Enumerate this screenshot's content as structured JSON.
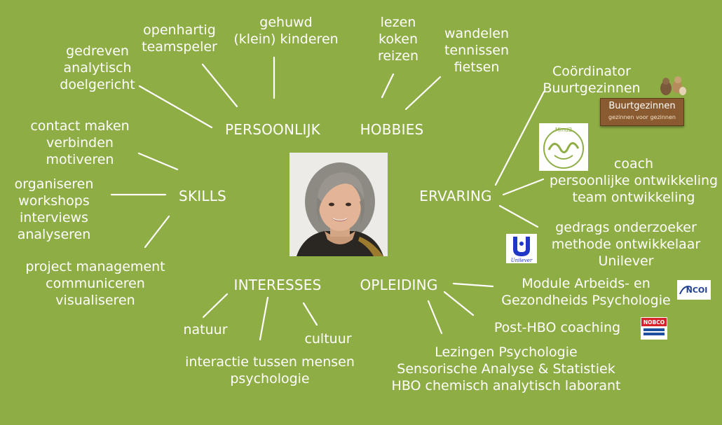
{
  "hubs": {
    "persoonlijk": "PERSOONLIJK",
    "hobbies": "HOBBIES",
    "skills": "SKILLS",
    "ervaring": "ERVARING",
    "interesses": "INTERESSES",
    "opleiding": "OPLEIDING"
  },
  "persoonlijk_items": [
    [
      "gedreven",
      "analytisch",
      "doelgericht"
    ],
    [
      "openhartig",
      "teamspeler"
    ],
    [
      "gehuwd",
      "(klein) kinderen"
    ]
  ],
  "hobbies_items": [
    [
      "lezen",
      "koken",
      "reizen"
    ],
    [
      "wandelen",
      "tennissen",
      "fietsen"
    ]
  ],
  "skills_items": [
    [
      "contact maken",
      "verbinden",
      "motiveren"
    ],
    [
      "organiseren",
      "workshops",
      "interviews",
      "analyseren"
    ],
    [
      "project management",
      "communiceren",
      "visualiseren"
    ]
  ],
  "ervaring_items": [
    [
      "Coördinator",
      "Buurtgezinnen"
    ],
    [
      "coach",
      "persoonlijke ontwikkeling",
      "team ontwikkeling"
    ],
    [
      "gedrags onderzoeker",
      "methode ontwikkelaar",
      "Unilever"
    ]
  ],
  "interesses_items": [
    [
      "natuur"
    ],
    [
      "interactie tussen mensen",
      "psychologie"
    ],
    [
      "cultuur"
    ]
  ],
  "opleiding_items": [
    [
      "Module Arbeids- en",
      "Gezondheids Psychologie"
    ],
    [
      "Post-HBO coaching"
    ],
    [
      "Lezingen Psychologie",
      "Sensorische Analyse & Statistiek",
      "HBO chemisch analytisch laborant"
    ]
  ],
  "logos": {
    "mind2": "Mind2",
    "unilever": "Unilever",
    "ncoi": "NCOI",
    "nobco": "NOBCO",
    "buurtgezinnen": "Buurtgezinnen",
    "buurtgezinnen_tagline": "gezinnen voor gezinnen"
  },
  "colors": {
    "background": "#8fad45",
    "text": "#ffffff",
    "unilever_blue": "#1f36c7",
    "mind2_green": "#8fad45",
    "nobco_red": "#d4232b",
    "nobco_blue": "#1d4f9e",
    "ncoi_blue": "#203f8f",
    "buurt_brown": "#8a5a30"
  }
}
